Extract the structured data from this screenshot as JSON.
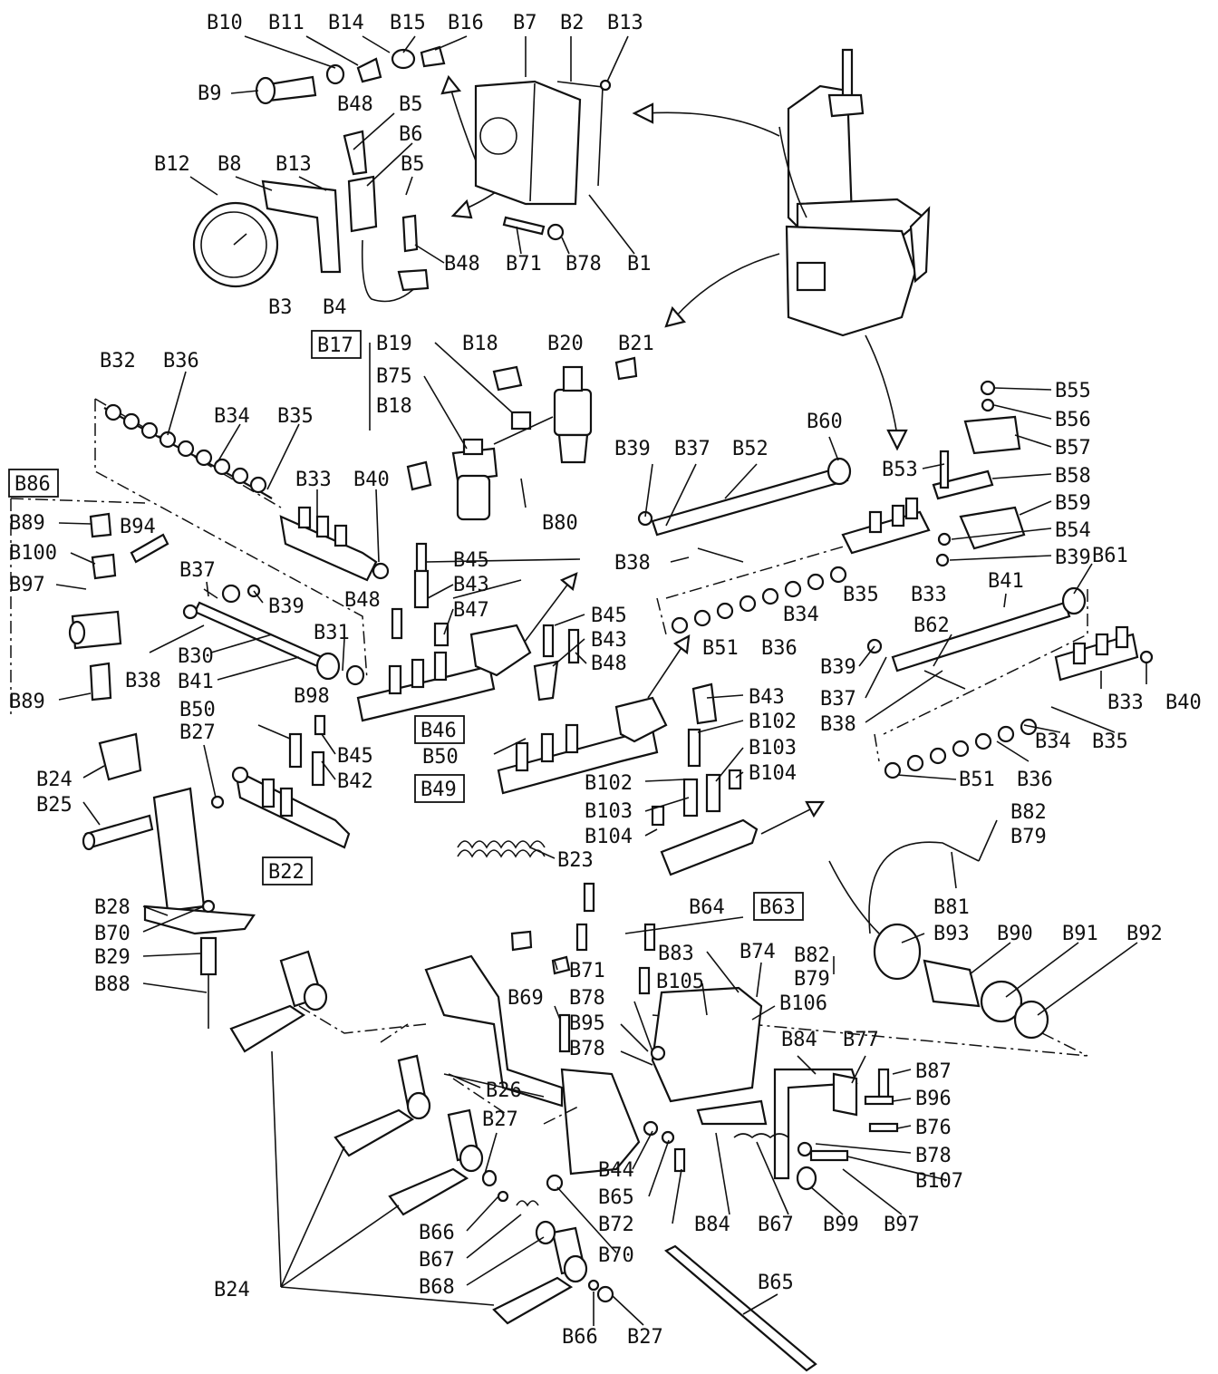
{
  "diagram": {
    "boxed_labels": [
      "B17",
      "B86",
      "B46",
      "B49",
      "B22",
      "B63"
    ],
    "labels": [
      "B10",
      "B11",
      "B14",
      "B15",
      "B16",
      "B7",
      "B2",
      "B13",
      "B9",
      "B48",
      "B5",
      "B6",
      "B12",
      "B8",
      "B13",
      "B5",
      "B3",
      "B4",
      "B48",
      "B71",
      "B78",
      "B1",
      "B19",
      "B18",
      "B20",
      "B21",
      "B75",
      "B18",
      "B80",
      "B32",
      "B36",
      "B34",
      "B35",
      "B33",
      "B40",
      "B89",
      "B94",
      "B100",
      "B97",
      "B89",
      "B37",
      "B39",
      "B38",
      "B30",
      "B41",
      "B98",
      "B31",
      "B48",
      "B45",
      "B43",
      "B47",
      "B45",
      "B43",
      "B48",
      "B50",
      "B39",
      "B37",
      "B52",
      "B60",
      "B53",
      "B38",
      "B51",
      "B36",
      "B34",
      "B35",
      "B33",
      "B55",
      "B56",
      "B57",
      "B58",
      "B59",
      "B54",
      "B39",
      "B61",
      "B41",
      "B62",
      "B39",
      "B37",
      "B38",
      "B33",
      "B40",
      "B34",
      "B35",
      "B51",
      "B36",
      "B43",
      "B102",
      "B103",
      "B104",
      "B102",
      "B103",
      "B104",
      "B27",
      "B24",
      "B25",
      "B50",
      "B45",
      "B42",
      "B23",
      "B28",
      "B70",
      "B29",
      "B88",
      "B64",
      "B63",
      "B82",
      "B79",
      "B81",
      "B93",
      "B90",
      "B91",
      "B92",
      "B82",
      "B79",
      "B83",
      "B74",
      "B71",
      "B105",
      "B106",
      "B69",
      "B78",
      "B95",
      "B78",
      "B84",
      "B77",
      "B87",
      "B96",
      "B26",
      "B27",
      "B76",
      "B78",
      "B107",
      "B44",
      "B65",
      "B72",
      "B84",
      "B67",
      "B99",
      "B97",
      "B66",
      "B67",
      "B70",
      "B68",
      "B24",
      "B66",
      "B27",
      "B65"
    ]
  }
}
